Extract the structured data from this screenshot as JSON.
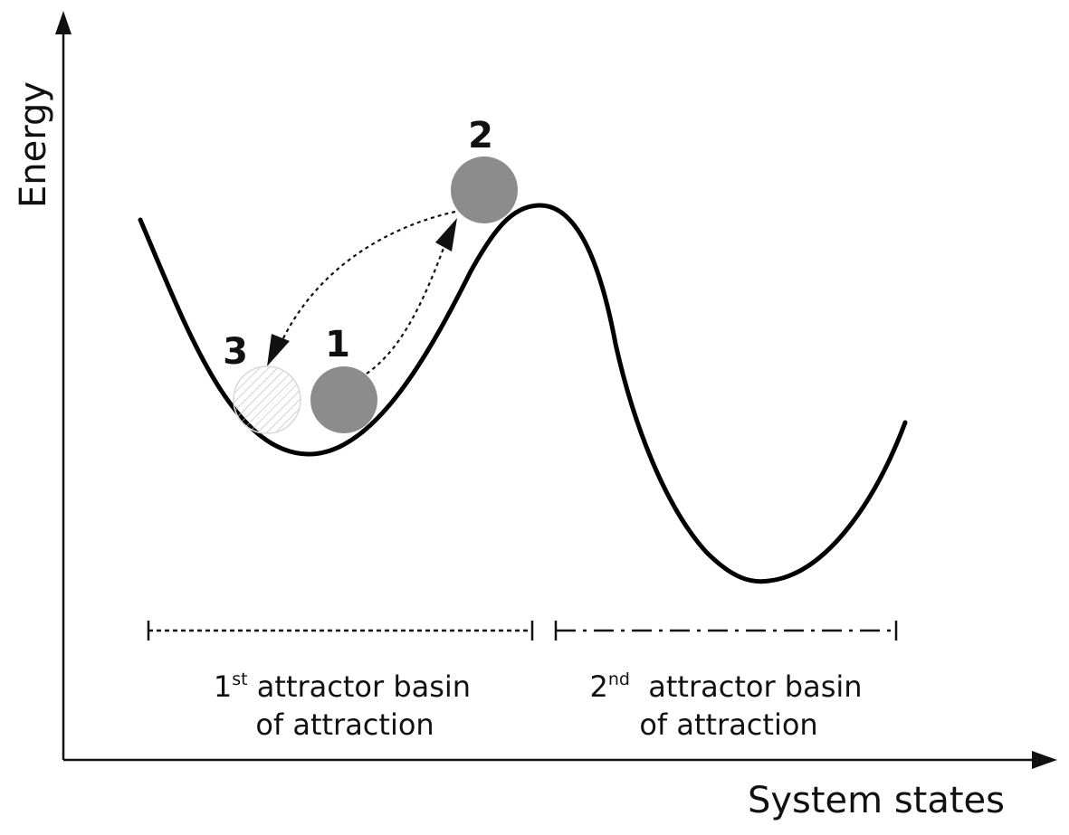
{
  "axes": {
    "y_label": "Energy",
    "x_label": "System states"
  },
  "balls": {
    "ball_1": {
      "label": "1",
      "fill": "#8c8c8c"
    },
    "ball_2": {
      "label": "2",
      "fill": "#8c8c8c"
    },
    "ball_3": {
      "label": "3",
      "fill": "#ffffff",
      "pattern": "hatched"
    }
  },
  "basins": {
    "first": {
      "number": "1",
      "superscript": "st",
      "line1_rest": " attractor basin",
      "line2": "of attraction",
      "bracket_style": "dotted"
    },
    "second": {
      "number": "2",
      "superscript": "nd",
      "line1_rest": "  attractor basin",
      "line2": "of attraction",
      "bracket_style": "dash-dot"
    }
  },
  "colors": {
    "curve": "#000000",
    "ball_gray": "#8c8c8c",
    "hatch": "#bdbdbd"
  }
}
